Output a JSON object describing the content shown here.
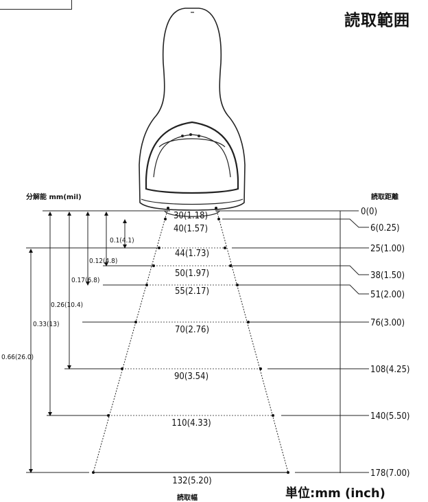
{
  "title": "読取範囲",
  "resolution_header": "分解能 mm(mil)",
  "distance_header": "読取距離",
  "width_footer": "読取幅",
  "unit_note": "単位:mm (inch)",
  "widths": [
    {
      "label": "30(1.18)"
    },
    {
      "label": "40(1.57)"
    },
    {
      "label": "44(1.73)"
    },
    {
      "label": "50(1.97)"
    },
    {
      "label": "55(2.17)"
    },
    {
      "label": "70(2.76)"
    },
    {
      "label": "90(3.54)"
    },
    {
      "label": "110(4.33)"
    },
    {
      "label": "132(5.20)"
    }
  ],
  "distances": [
    {
      "label": "0(0)"
    },
    {
      "label": "6(0.25)"
    },
    {
      "label": "25(1.00)"
    },
    {
      "label": "38(1.50)"
    },
    {
      "label": "51(2.00)"
    },
    {
      "label": "76(3.00)"
    },
    {
      "label": "108(4.25)"
    },
    {
      "label": "140(5.50)"
    },
    {
      "label": "178(7.00)"
    }
  ],
  "resolutions": [
    {
      "label": "0.1(4.1)"
    },
    {
      "label": "0.12(4.8)"
    },
    {
      "label": "0.17(6.8)"
    },
    {
      "label": "0.26(10.4)"
    },
    {
      "label": "0.33(13)"
    },
    {
      "label": "0.66(26.0)"
    }
  ]
}
